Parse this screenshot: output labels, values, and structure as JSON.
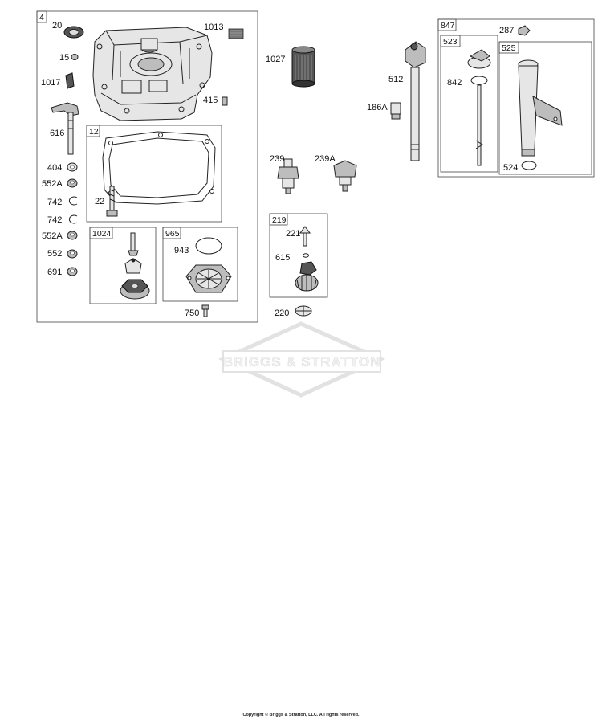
{
  "watermark": {
    "brand": "BRIGGS & STRATTON"
  },
  "copyright": "Copyright © Briggs & Stratton, LLC. All rights reserved.",
  "groups": {
    "g4": "4",
    "g12": "12",
    "g1024": "1024",
    "g965": "965",
    "g219": "219",
    "g847": "847",
    "g523": "523",
    "g525": "525"
  },
  "parts": {
    "p20": "20",
    "p1013": "1013",
    "p15": "15",
    "p1017": "1017",
    "p415": "415",
    "p616": "616",
    "p404": "404",
    "p552A_1": "552A",
    "p742_1": "742",
    "p742_2": "742",
    "p552A_2": "552A",
    "p552": "552",
    "p691": "691",
    "p22": "22",
    "p943": "943",
    "p750": "750",
    "p1027": "1027",
    "p239": "239",
    "p239A": "239A",
    "p221": "221",
    "p615": "615",
    "p220": "220",
    "p512": "512",
    "p186A": "186A",
    "p287": "287",
    "p842": "842",
    "p524": "524"
  }
}
